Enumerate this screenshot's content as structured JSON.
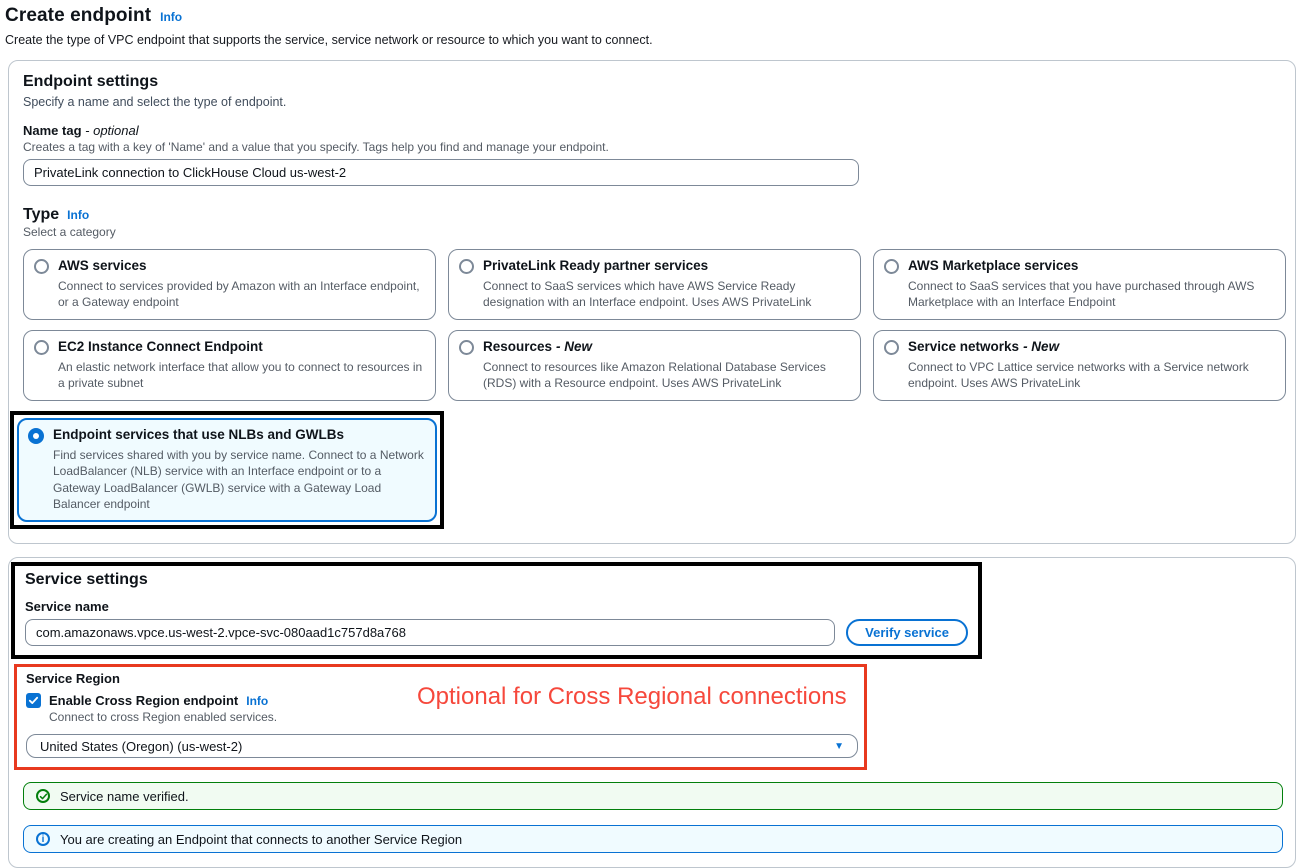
{
  "page": {
    "title": "Create endpoint",
    "title_info": "Info",
    "description": "Create the type of VPC endpoint that supports the service, service network or resource to which you want to connect."
  },
  "endpoint_settings": {
    "title": "Endpoint settings",
    "subtitle": "Specify a name and select the type of endpoint.",
    "name_tag": {
      "label": "Name tag",
      "optional_suffix": "- optional",
      "hint": "Creates a tag with a key of 'Name' and a value that you specify. Tags help you find and manage your endpoint.",
      "value": "PrivateLink connection to ClickHouse Cloud us-west-2"
    },
    "type": {
      "label": "Type",
      "info": "Info",
      "hint": "Select a category",
      "options": [
        {
          "label": "AWS services",
          "suffix": "",
          "description": "Connect to services provided by Amazon with an Interface endpoint, or a Gateway endpoint",
          "selected": false
        },
        {
          "label": "PrivateLink Ready partner services",
          "suffix": "",
          "description": "Connect to SaaS services which have AWS Service Ready designation with an Interface endpoint. Uses AWS PrivateLink",
          "selected": false
        },
        {
          "label": "AWS Marketplace services",
          "suffix": "",
          "description": "Connect to SaaS services that you have purchased through AWS Marketplace with an Interface Endpoint",
          "selected": false
        },
        {
          "label": "EC2 Instance Connect Endpoint",
          "suffix": "",
          "description": "An elastic network interface that allow you to connect to resources in a private subnet",
          "selected": false
        },
        {
          "label": "Resources",
          "suffix": "- New",
          "description": "Connect to resources like Amazon Relational Database Services (RDS) with a Resource endpoint. Uses AWS PrivateLink",
          "selected": false
        },
        {
          "label": "Service networks",
          "suffix": "- New",
          "description": "Connect to VPC Lattice service networks with a Service network endpoint. Uses AWS PrivateLink",
          "selected": false
        },
        {
          "label": "Endpoint services that use NLBs and GWLBs",
          "suffix": "",
          "description": "Find services shared with you by service name. Connect to a Network LoadBalancer (NLB) service with an Interface endpoint or to a Gateway LoadBalancer (GWLB) service with a Gateway Load Balancer endpoint",
          "selected": true
        }
      ]
    }
  },
  "service_settings": {
    "title": "Service settings",
    "service_name": {
      "label": "Service name",
      "value": "com.amazonaws.vpce.us-west-2.vpce-svc-080aad1c757d8a768"
    },
    "verify_button": "Verify service",
    "service_region": {
      "label": "Service Region",
      "checkbox_label": "Enable Cross Region endpoint",
      "checkbox_info": "Info",
      "checkbox_checked": true,
      "hint": "Connect to cross Region enabled services.",
      "selected_region": "United States (Oregon) (us-west-2)"
    },
    "annotation_note": "Optional for Cross Regional connections",
    "messages": {
      "success": "Service name verified.",
      "info": "You are creating an Endpoint that connects to another Service Region"
    }
  },
  "colors": {
    "link_blue": "#0972d3",
    "selected_tile_bg": "#f0fbff",
    "success_green": "#037f0c",
    "success_bg": "#f1fbf2",
    "info_blue_bg": "#f0fbff",
    "annotation_black": "#000000",
    "annotation_red": "#e8391f",
    "annotation_text_red": "#f6483c"
  }
}
